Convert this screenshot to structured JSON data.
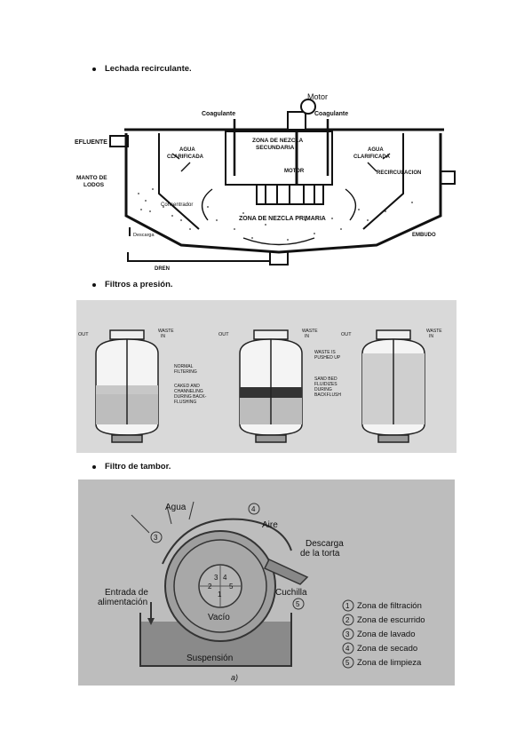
{
  "sections": [
    {
      "title": "Lechada recirculante."
    },
    {
      "title": "Filtros a presión."
    },
    {
      "title": "Filtro de tambor."
    }
  ],
  "fig1": {
    "motor": "Motor",
    "coag_left": "Coagulante",
    "coag_right": "Coagulante",
    "efluente": "EFLUENTE",
    "agua_left": "AGUA\nCLARIFICADA",
    "agua_right": "AGUA\nCLARIFICADA",
    "zona_secundaria": "ZONA DE NEZCLA\nSECUNDARIA",
    "motor_inner": "MOTOR",
    "recirculacion": "RECIRCULACION",
    "manto": "MANTO DE\nLODOS",
    "concentrador": "Concentrador",
    "zona_primaria": "ZONA DE NEZCLA PRIMARIA",
    "descarga": "Descarga",
    "embudo": "EMBUDO",
    "dren": "DREN"
  },
  "fig2": {
    "out": "OUT",
    "waste_in": "WASTE\nIN",
    "normal": "NORMAL\nFILTERING",
    "caked": "CAKED AND\nCHANNELING\nDURING BACK-\nFLUSHING",
    "waste_pushed": "WASTE IS\nPUSHED UP",
    "sandbed": "SAND BED\nFLUIDIZES\nDURING\nBACKFLUSH"
  },
  "fig3": {
    "agua": "Agua",
    "aire": "Aire",
    "descarga": "Descarga\nde la torta",
    "entrada": "Entrada de\nalimentación",
    "cuchilla": "Cuchilla",
    "vacio": "Vacío",
    "suspension": "Suspensión",
    "caption": "a)",
    "inner_nums": [
      "3",
      "4",
      "2",
      "5",
      "1"
    ],
    "legend": [
      {
        "num": "1",
        "text": "Zona de filtración"
      },
      {
        "num": "2",
        "text": "Zona de escurrido"
      },
      {
        "num": "3",
        "text": "Zona de lavado"
      },
      {
        "num": "4",
        "text": "Zona de secado"
      },
      {
        "num": "5",
        "text": "Zona de limpieza"
      }
    ],
    "callouts": [
      "3",
      "4",
      "5"
    ]
  },
  "colors": {
    "photo_bg": "#d9d9d9",
    "drum_bg": "#bdbdbd",
    "drum_dark": "#8a8a8a"
  }
}
